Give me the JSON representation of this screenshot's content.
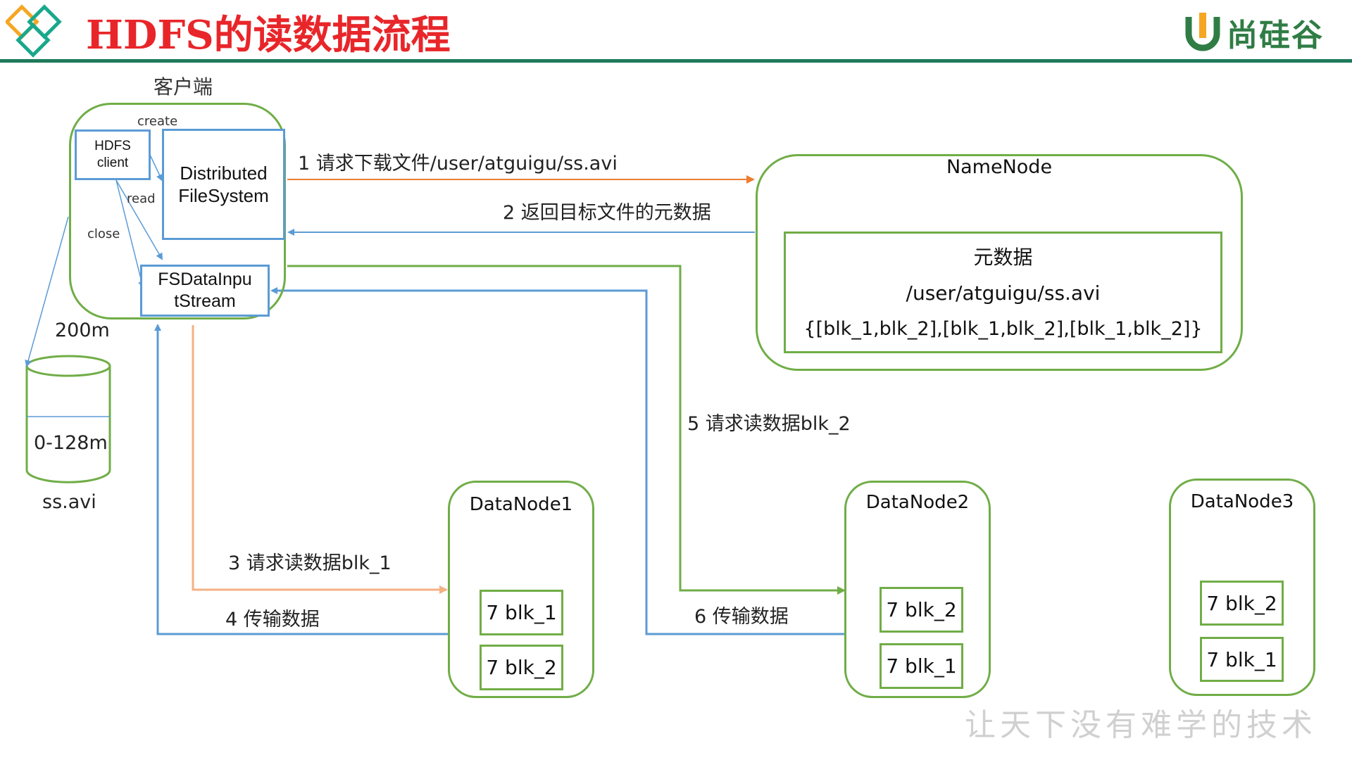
{
  "header": {
    "title": "HDFS的读数据流程",
    "brand": "尚硅谷",
    "brand_color": "#2f7d45",
    "title_color": "#e8262a",
    "rule_color": "#1e7a5a",
    "logo_icon": "diamond-logo-icon"
  },
  "client": {
    "label": "客户端",
    "hdfs_client_line1": "HDFS",
    "hdfs_client_line2": "client",
    "dfs_line1": "Distributed",
    "dfs_line2": "FileSystem",
    "fsdis_line1": "FSDataInpu",
    "fsdis_line2": "tStream",
    "create": "create",
    "read": "read",
    "close": "close",
    "size": "200m"
  },
  "local_disk": {
    "range": "0-128m",
    "file": "ss.avi"
  },
  "namenode": {
    "title": "NameNode",
    "meta_title": "元数据",
    "meta_path": "/user/atguigu/ss.avi",
    "meta_blocks": "{[blk_1,blk_2],[blk_1,blk_2],[blk_1,blk_2]}"
  },
  "steps": {
    "s1": "1 请求下载文件/user/atguigu/ss.avi",
    "s2": "2 返回目标文件的元数据",
    "s3": "3 请求读数据blk_1",
    "s4": "4 传输数据",
    "s5": "5 请求读数据blk_2",
    "s6": "6 传输数据"
  },
  "datanodes": [
    {
      "name": "DataNode1",
      "blocks": [
        "7 blk_1",
        "7 blk_2"
      ]
    },
    {
      "name": "DataNode2",
      "blocks": [
        "7 blk_2",
        "7 blk_1"
      ]
    },
    {
      "name": "DataNode3",
      "blocks": [
        "7 blk_2",
        "7 blk_1"
      ]
    }
  ],
  "slogan": "让天下没有难学的技术",
  "colors": {
    "green": "#70ad47",
    "blue": "#5b9bd5",
    "orange": "#ed7d31",
    "light_orange": "#f4b183"
  }
}
